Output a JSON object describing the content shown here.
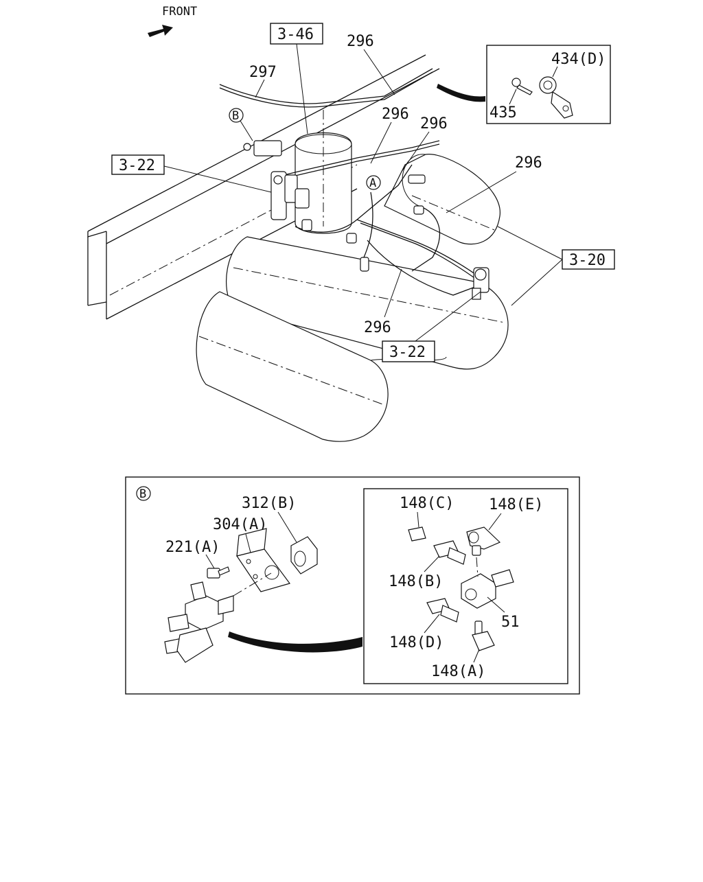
{
  "front_label": "FRONT",
  "callouts": {
    "ref_3_46": "3-46",
    "ref_3_22_left": "3-22",
    "ref_3_22_bottom": "3-22",
    "ref_3_20": "3-20",
    "part_296_top": "296",
    "part_296_mid1": "296",
    "part_296_mid2": "296",
    "part_296_right": "296",
    "part_296_bottom": "296",
    "part_297": "297",
    "marker_b": "B",
    "marker_a": "A"
  },
  "inset_top_right": {
    "part_434d": "434(D)",
    "part_435": "435"
  },
  "detail_b": {
    "marker": "B",
    "part_312b": "312(B)",
    "part_304a": "304(A)",
    "part_221a": "221(A)",
    "sub": {
      "part_148c": "148(C)",
      "part_148e": "148(E)",
      "part_148b": "148(B)",
      "part_148d": "148(D)",
      "part_148a": "148(A)",
      "part_51": "51"
    }
  }
}
